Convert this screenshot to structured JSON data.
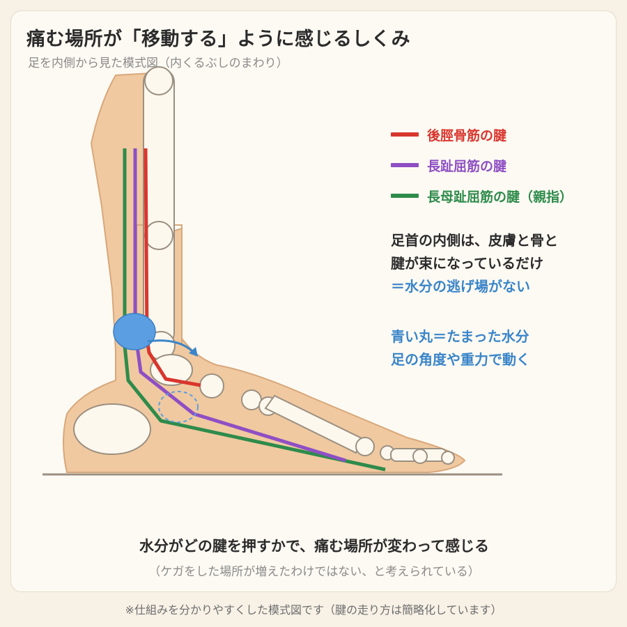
{
  "header": {
    "title": "痛む場所が「移動する」ように感じるしくみ",
    "subtitle": "足を内側から見た模式図（内くるぶしのまわり）"
  },
  "legend": [
    {
      "label": "後脛骨筋の腱",
      "color": "#d9362e"
    },
    {
      "label": "長趾屈筋の腱",
      "color": "#8e4fc4"
    },
    {
      "label": "長母趾屈筋の腱（親指）",
      "color": "#2e8b4b"
    }
  ],
  "note": {
    "line1": "足首の内側は、皮膚と骨と",
    "line2": "腱が束になっているだけ",
    "line3": "＝水分の逃げ場がない"
  },
  "note2": {
    "line1": "青い丸＝たまった水分",
    "line2": "足の角度や重力で動く"
  },
  "bottom": {
    "main": "水分がどの腱を押すかで、痛む場所が変わって感じる",
    "sub": "（ケガをした場所が増えたわけではない、と考えられている）"
  },
  "footnote": "※仕組みを分かりやすくした模式図です（腱の走り方は簡略化しています）",
  "colors": {
    "skin": "#f0c9a0",
    "skin_outline": "#d8a77b",
    "bone": "#fdf8ee",
    "bone_outline": "#9a8f80",
    "fluid": "#5b9fe2",
    "fluid_outline": "#3a7fc4",
    "ground": "#9a8f80"
  }
}
